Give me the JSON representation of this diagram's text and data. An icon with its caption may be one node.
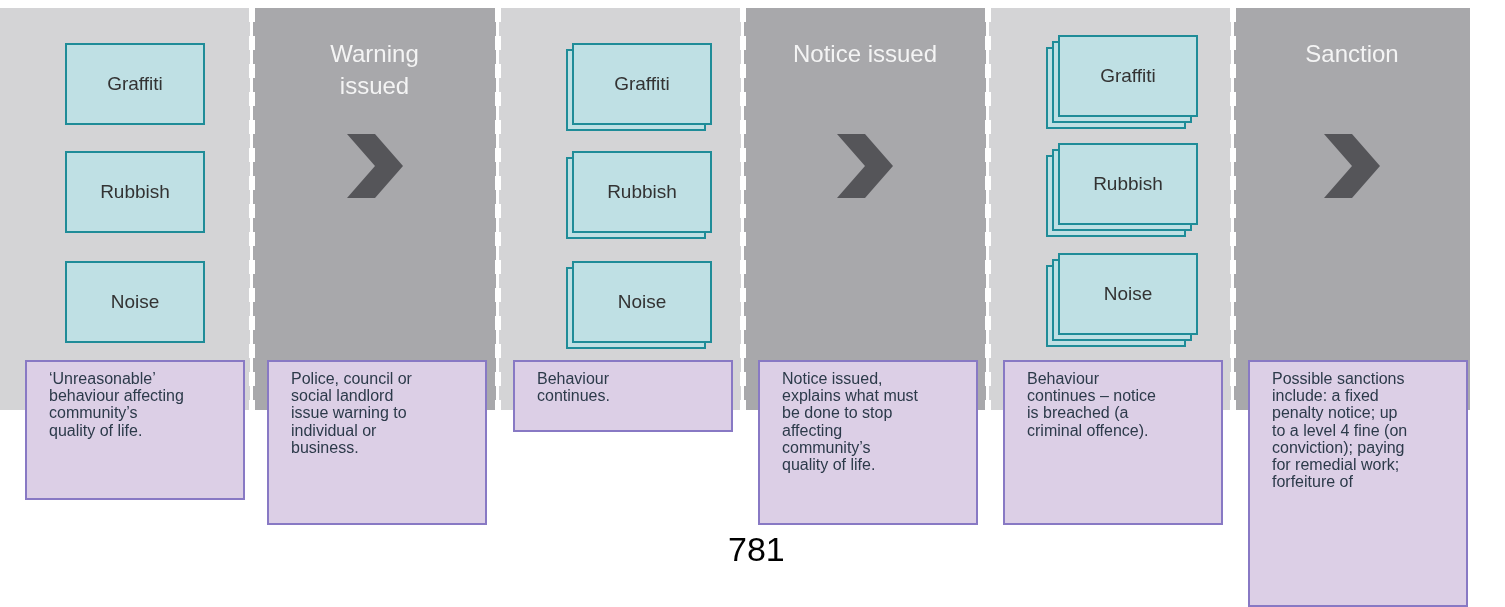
{
  "diagram": {
    "nodes": [
      {
        "text": [],
        "shape": "box"
      },
      {
        "text": [
          "Graffiti"
        ],
        "in": 0
      },
      {
        "text": [
          "Rubbish"
        ],
        "in": 0
      },
      {
        "text": [
          "Noise"
        ],
        "in": 0
      },
      {
        "text": [
          "‘Unreasonable’ behaviour affecting community’s quality of life."
        ]
      },
      {
        "text": [
          "Warning issued"
        ]
      },
      {
        "text": [
          "Police, council or social landlord issue warning to individual or business."
        ]
      },
      {
        "text": [],
        "shape": "box"
      },
      {
        "text": [
          "Graffiti"
        ],
        "in": 7
      },
      {
        "text": [
          "Rubbish"
        ],
        "in": 7
      },
      {
        "text": [
          "Noise"
        ],
        "in": 7
      },
      {
        "text": [
          "Behaviour continues."
        ]
      },
      {
        "text": [
          "Notice issued"
        ]
      },
      {
        "text": [
          "Notice issued, explains what must be done to stop affecting community’s quality of life."
        ]
      },
      {
        "text": [],
        "shape": "box"
      },
      {
        "text": [
          "Graffiti"
        ],
        "in": 14
      },
      {
        "text": [
          "Rubbish"
        ],
        "in": 14
      },
      {
        "text": [
          "Noise"
        ],
        "in": 14
      },
      {
        "text": [
          "Behaviour continues – notice is breached (a criminal offence)."
        ]
      },
      {
        "text": [
          "Sanction"
        ]
      },
      {
        "text": [
          "Possible sanctions include: a fixed penalty notice; up to a level 4 fine (on conviction); paying for remedial work; forfeiture of"
        ]
      }
    ],
    "labels": [
      "781"
    ]
  }
}
